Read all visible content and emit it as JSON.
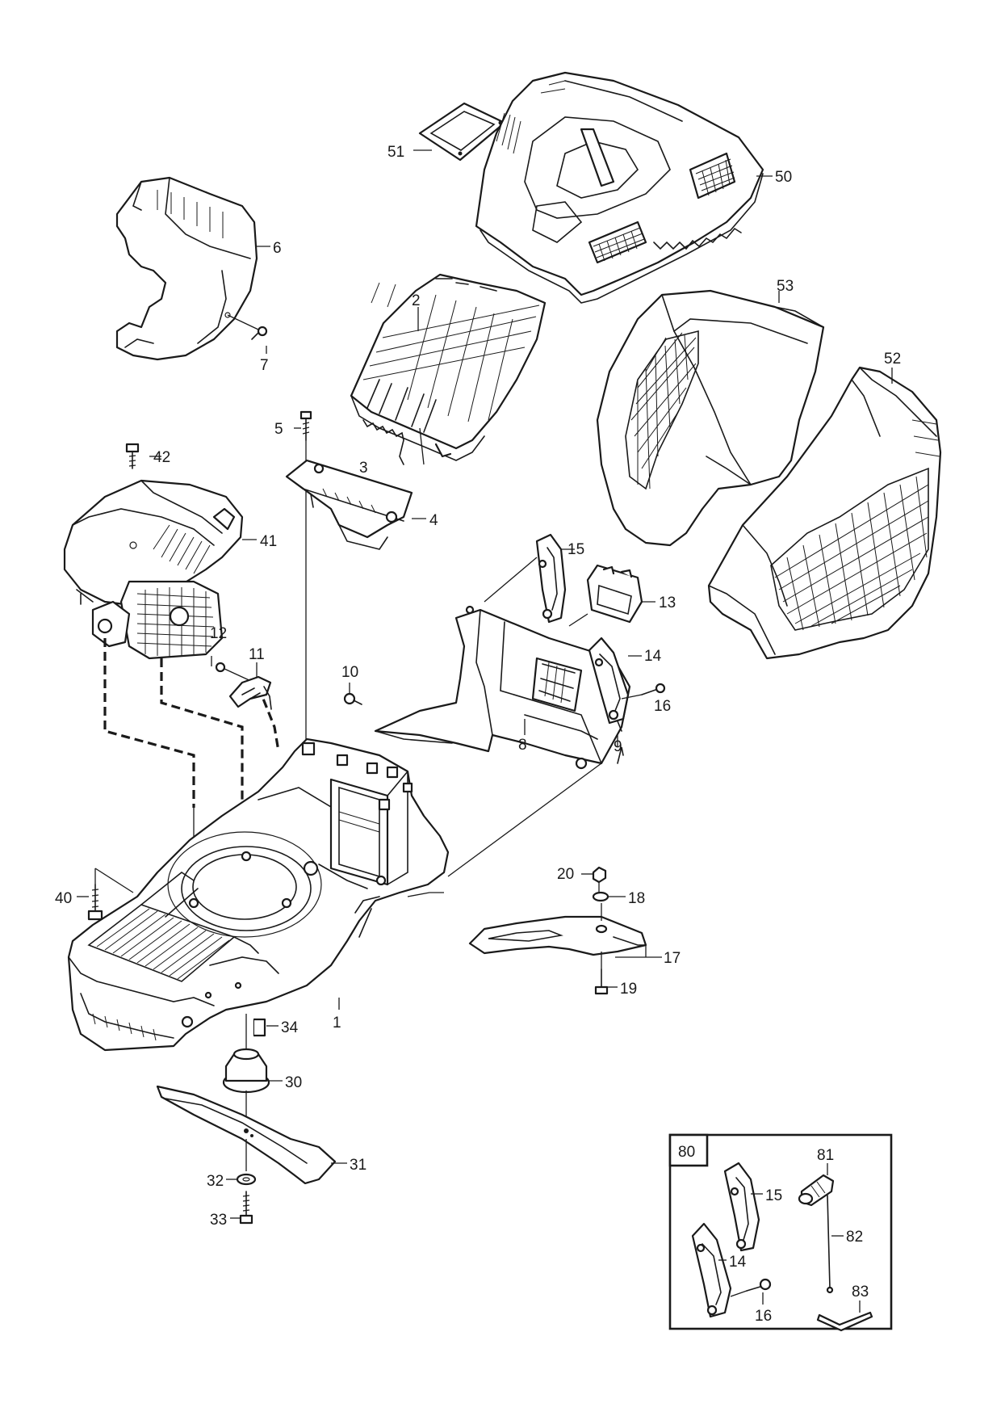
{
  "callouts": {
    "p1": "1",
    "p2": "2",
    "p3": "3",
    "p4": "4",
    "p5": "5",
    "p6": "6",
    "p7": "7",
    "p8": "8",
    "p9": "9",
    "p10": "10",
    "p11": "11",
    "p12": "12",
    "p13": "13",
    "p14": "14",
    "p15": "15",
    "p16": "16",
    "p17": "17",
    "p18": "18",
    "p19": "19",
    "p20": "20",
    "p30": "30",
    "p31": "31",
    "p32": "32",
    "p33": "33",
    "p34": "34",
    "p40": "40",
    "p41": "41",
    "p42": "42",
    "p50": "50",
    "p51": "51",
    "p52": "52",
    "p53": "53"
  },
  "kit": {
    "label": "80",
    "c15": "15",
    "c14": "14",
    "c16": "16",
    "c81": "81",
    "c82": "82",
    "c83": "83"
  },
  "colors": {
    "line": "#1a1a1a",
    "background": "#ffffff"
  }
}
